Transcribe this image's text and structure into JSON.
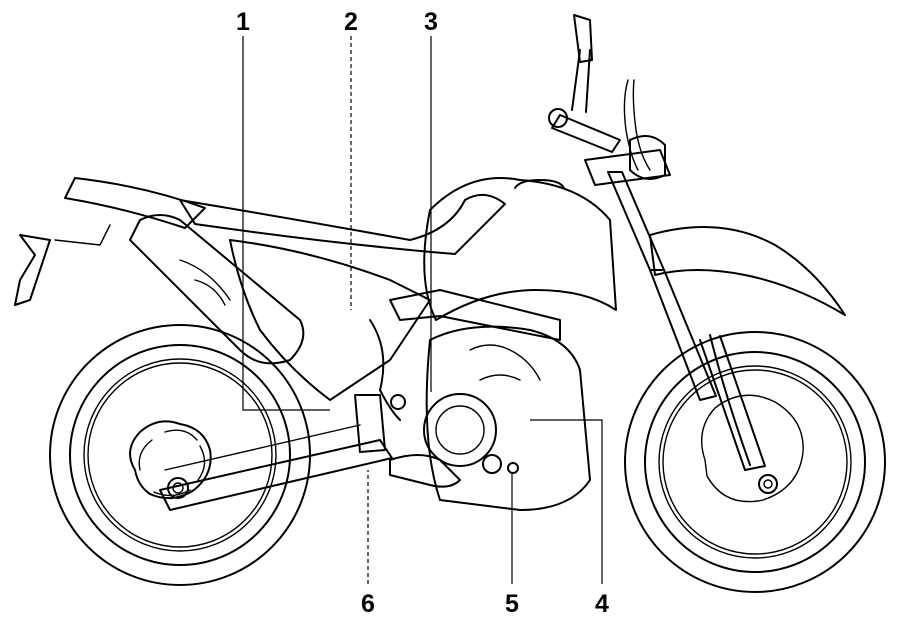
{
  "callouts": [
    {
      "label": "1"
    },
    {
      "label": "2"
    },
    {
      "label": "3"
    },
    {
      "label": "4"
    },
    {
      "label": "5"
    },
    {
      "label": "6"
    }
  ],
  "colors": {
    "line": "#000000",
    "background": "#ffffff"
  }
}
